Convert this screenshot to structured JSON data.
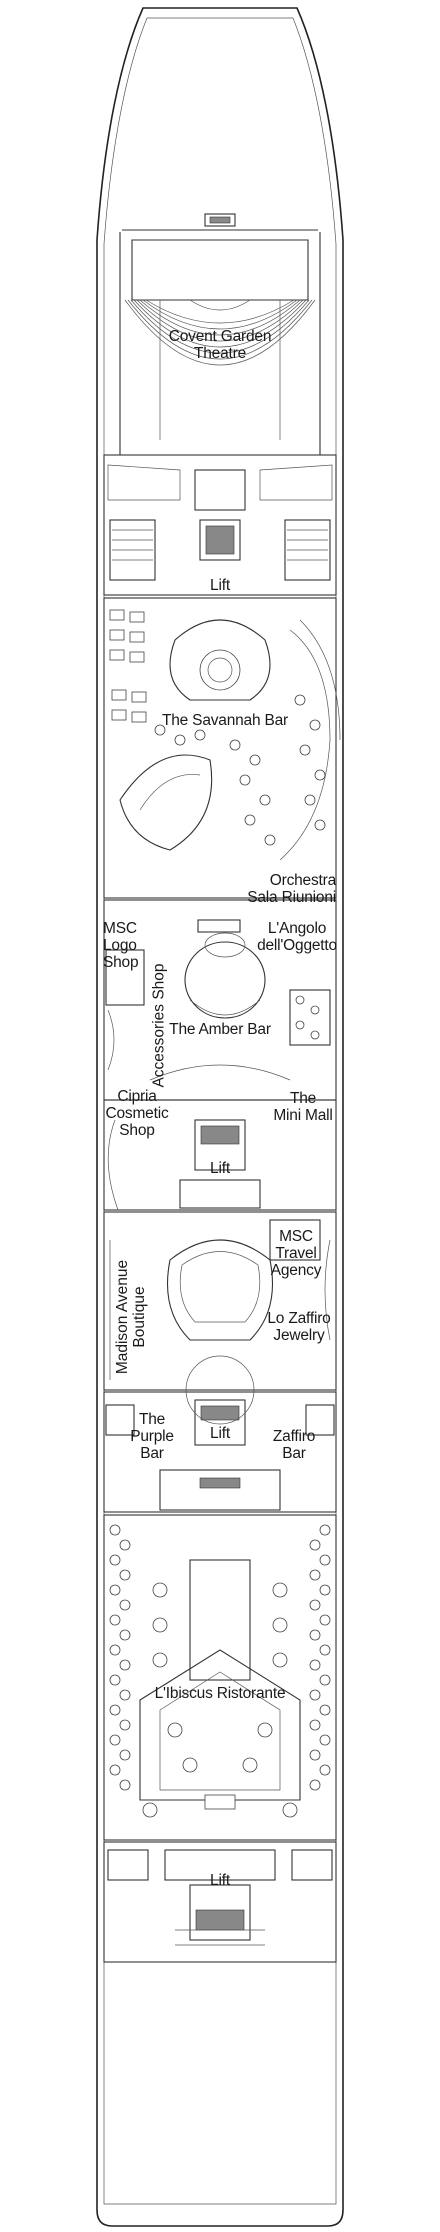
{
  "labels": {
    "theatre": "Covent Garden\nTheatre",
    "lift_1": "Lift",
    "savannah_bar": "The Savannah Bar",
    "orchestra": "Orchestra\nSala Riunioni",
    "msc_logo_shop": "MSC\nLogo\nShop",
    "accessories_shop": "Accessories Shop",
    "angolo": "L'Angolo\ndell'Oggetto",
    "amber_bar": "The Amber Bar",
    "cipria": "Cipria\nCosmetic\nShop",
    "lift_2": "Lift",
    "mini_mall": "The\nMini Mall",
    "travel_agency": "MSC\nTravel\nAgency",
    "madison": "Madison Avenue\nBoutique",
    "zaffiro_jewelry": "Lo Zaffiro\nJewelry",
    "purple_bar": "The\nPurple\nBar",
    "lift_3": "Lift",
    "zaffiro_bar": "Zaffiro\nBar",
    "ibiscus": "L'Ibiscus Ristorante",
    "lift_4": "Lift"
  }
}
